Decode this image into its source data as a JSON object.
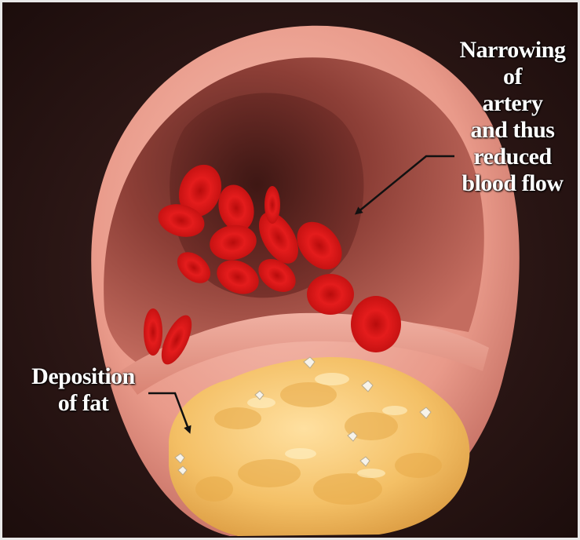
{
  "labels": {
    "narrowing": [
      "Narrowing",
      "of",
      "artery",
      "and thus",
      "reduced",
      "blood flow"
    ],
    "fat": [
      "Deposition",
      "of fat"
    ]
  },
  "colors": {
    "background": "#2a1614",
    "artery_wall": "#e89a8c",
    "lumen": "#b0574b",
    "blood_cells": "#e01818",
    "fat_plaque": "#f2c266",
    "arrow": "#111111",
    "text": "#ffffff"
  }
}
